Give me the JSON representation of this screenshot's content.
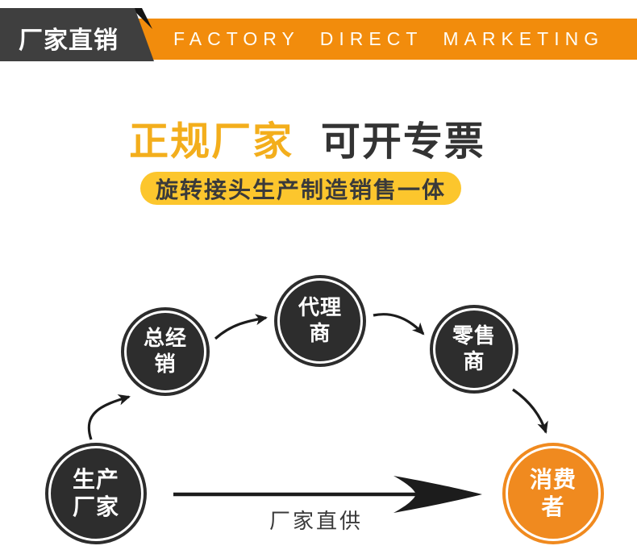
{
  "banner": {
    "ribbon_label": "厂家直销",
    "title": "FACTORY DIRECT MARKETING"
  },
  "headline": {
    "highlight": "正规厂家",
    "rest": "可开专票"
  },
  "subtitle": {
    "label": "旋转接头生产制造销售一体"
  },
  "diagram": {
    "nodes": [
      {
        "id": "manufacturer",
        "line1": "生产",
        "line2": "厂家"
      },
      {
        "id": "general-distributor",
        "line1": "总经",
        "line2": "销"
      },
      {
        "id": "agent",
        "line1": "代理",
        "line2": "商"
      },
      {
        "id": "retailer",
        "line1": "零售",
        "line2": "商"
      },
      {
        "id": "consumer",
        "line1": "消费",
        "line2": "者"
      }
    ],
    "edges": [
      {
        "from": "生产厂家",
        "to": "总经销"
      },
      {
        "from": "总经销",
        "to": "代理商"
      },
      {
        "from": "代理商",
        "to": "零售商"
      },
      {
        "from": "零售商",
        "to": "消费者"
      },
      {
        "from": "生产厂家",
        "to": "消费者",
        "label": "厂家直供"
      }
    ]
  },
  "colors": {
    "banner_orange": "#F28C0C",
    "ribbon_dark": "#3F3F3F",
    "fold_black": "#141414",
    "headline_gold": "#F3AE1C",
    "headline_dark": "#333333",
    "pill_yellow": "#FCC62D",
    "node_dark": "#2D2D2D",
    "node_orange": "#F08A1F",
    "arrow_black": "#1C1C1C",
    "text_white": "#FFFFFF"
  }
}
